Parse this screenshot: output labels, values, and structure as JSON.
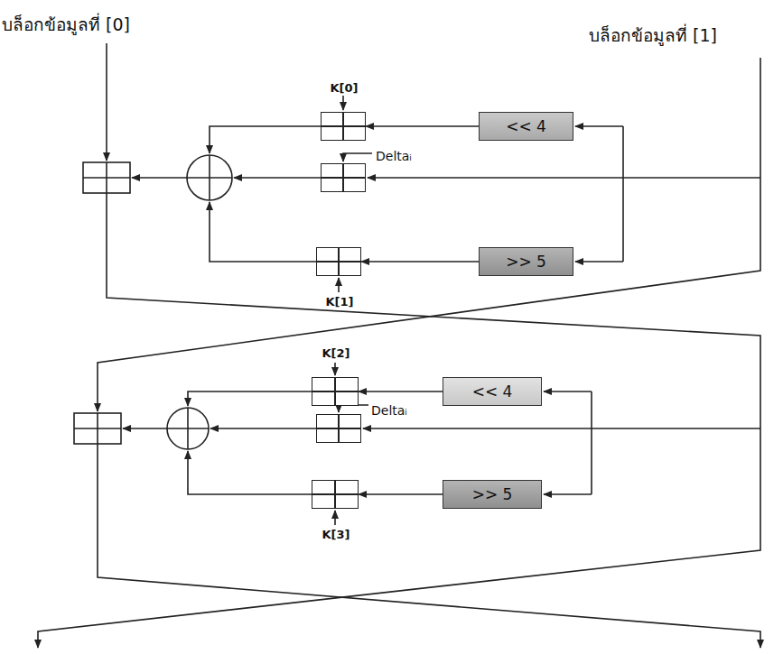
{
  "diagram": {
    "nodes": [
      {
        "text": [
          "K[0]"
        ]
      },
      {
        "text": [
          "<< 4"
        ]
      },
      {
        "text": [
          "Deltaᵢ"
        ]
      },
      {
        "text": [
          "K[1]"
        ]
      },
      {
        "text": [
          ">> 5"
        ]
      },
      {
        "text": [
          "K[2]"
        ]
      },
      {
        "text": [
          "<< 4"
        ]
      },
      {
        "text": [
          "Deltaᵢ"
        ]
      },
      {
        "text": [
          "K[3]"
        ]
      },
      {
        "text": [
          ">> 5"
        ]
      }
    ],
    "edges": [
      {
        "from": 1,
        "to": 0,
        "arrow": "to"
      },
      {
        "from": 4,
        "to": 3,
        "arrow": "to"
      },
      {
        "from": 6,
        "to": 5,
        "arrow": "to"
      },
      {
        "from": 9,
        "to": 8,
        "arrow": "to"
      }
    ],
    "labels": [
      "บล็อกข้อมูลที่ [0]",
      "บล็อกข้อมูลที่ [1]"
    ]
  }
}
